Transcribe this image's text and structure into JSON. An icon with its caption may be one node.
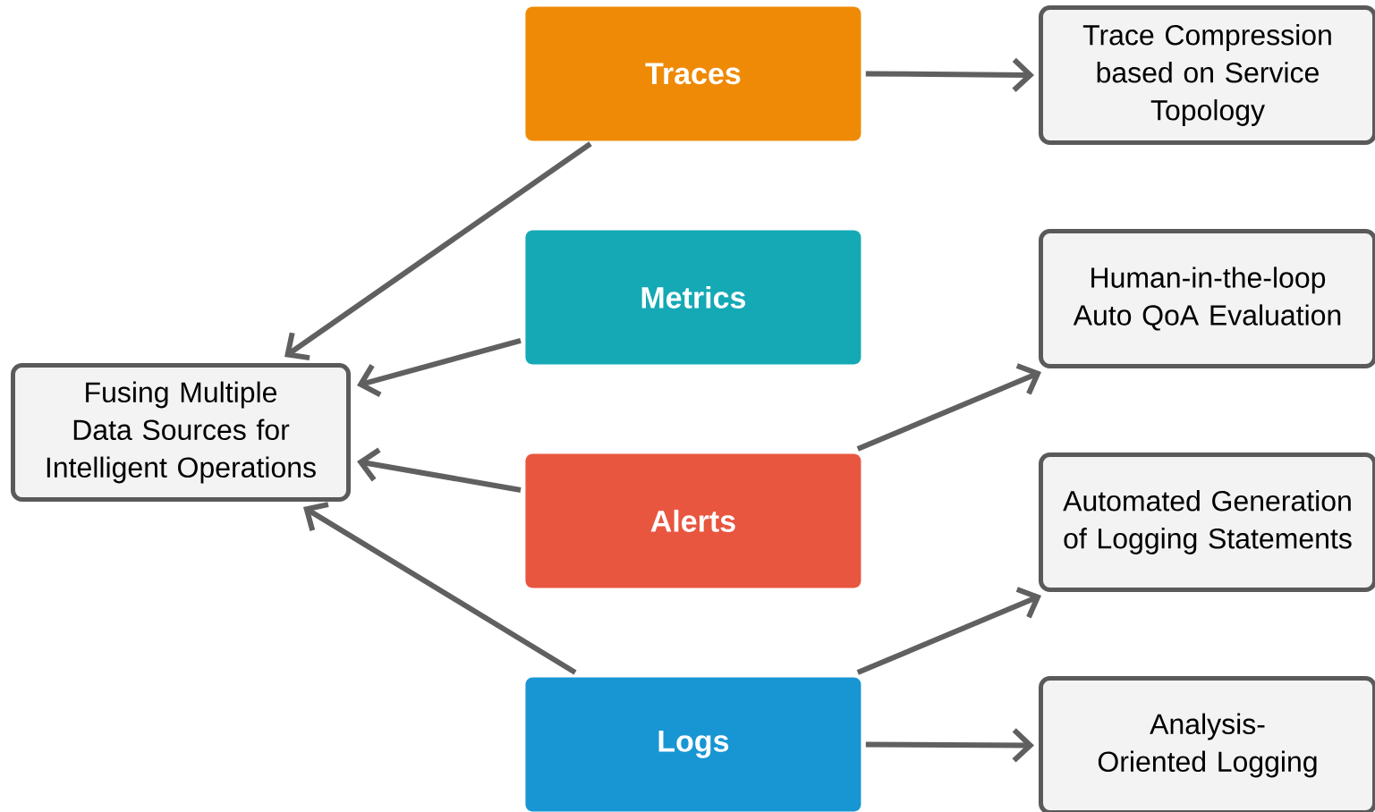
{
  "diagram": {
    "nodes": [
      {
        "text": [
          "Traces"
        ]
      },
      {
        "text": [
          "Metrics"
        ]
      },
      {
        "text": [
          "Alerts"
        ]
      },
      {
        "text": [
          "Logs"
        ]
      },
      {
        "text": [
          "Fusing Multiple Data Sources for Intelligent Operations"
        ]
      },
      {
        "text": [
          "Trace Compression based on Service Topology"
        ]
      },
      {
        "text": [
          "Human-in-the-loop Auto QoA Evaluation"
        ]
      },
      {
        "text": [
          "Automated Generation of Logging Statements"
        ]
      },
      {
        "text": [
          "Analysis-Oriented Logging"
        ]
      }
    ],
    "edges": [
      {
        "from": 0,
        "to": 4,
        "arrow": "to"
      },
      {
        "from": 1,
        "to": 4,
        "arrow": "to"
      },
      {
        "from": 2,
        "to": 4,
        "arrow": "to"
      },
      {
        "from": 3,
        "to": 4,
        "arrow": "to"
      },
      {
        "from": 0,
        "to": 5,
        "arrow": "to"
      },
      {
        "from": 2,
        "to": 6,
        "arrow": "to"
      },
      {
        "from": 3,
        "to": 7,
        "arrow": "to"
      },
      {
        "from": 3,
        "to": 8,
        "arrow": "to"
      }
    ]
  }
}
